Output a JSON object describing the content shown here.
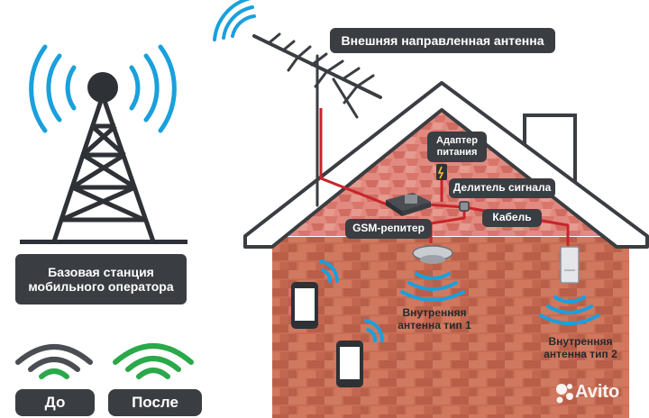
{
  "labels": {
    "base_station": "Базовая станция мобильного оператора",
    "external_antenna": "Внешняя направленная антенна",
    "power_adapter": "Адаптер питания",
    "splitter": "Делитель сигнала",
    "gsm_repeater": "GSM-репитер",
    "cable": "Кабель",
    "internal_antenna_1": "Внутренняя антенна тип 1",
    "internal_antenna_2": "Внутренняя антенна тип 2",
    "before": "До",
    "after": "После"
  },
  "watermark": "Avito",
  "colors": {
    "label_bg": "#3a3d42",
    "signal_blue": "#1aa0dc",
    "signal_before": "#4a4d52",
    "signal_after": "#2aa84a",
    "roof": "#d46a5e",
    "wall": "#c46a52",
    "cable": "#c8242b"
  }
}
